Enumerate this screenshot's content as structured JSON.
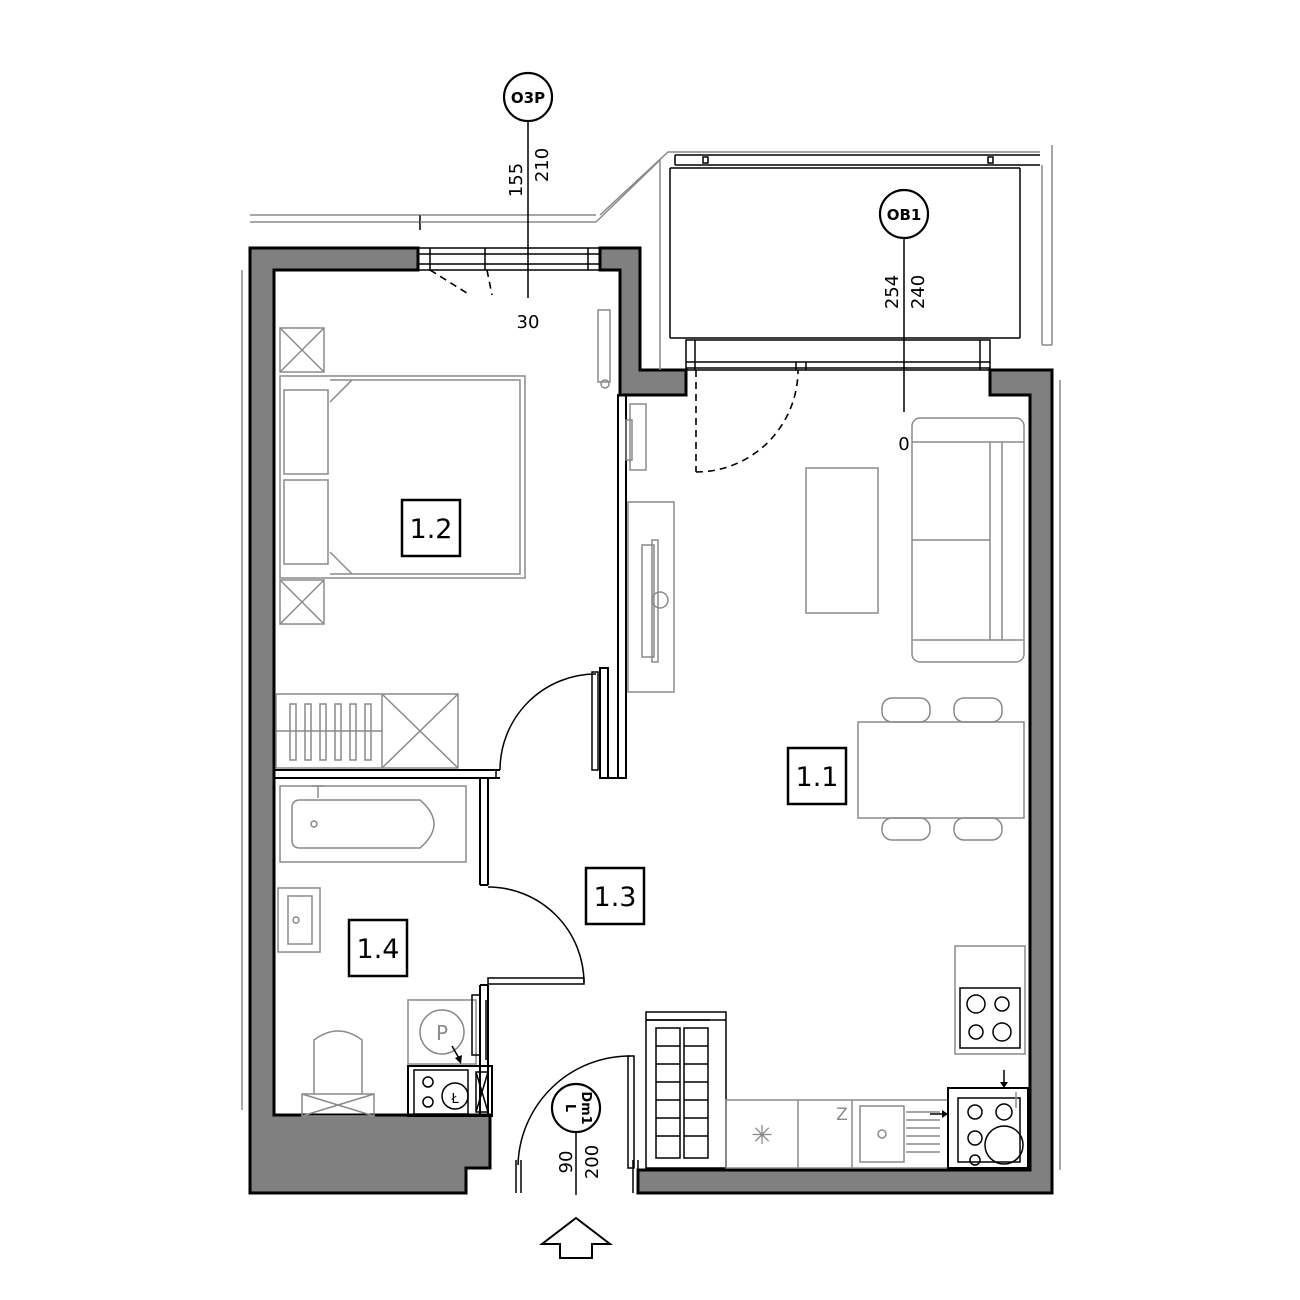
{
  "rooms": [
    {
      "id": "1.1"
    },
    {
      "id": "1.2"
    },
    {
      "id": "1.3"
    },
    {
      "id": "1.4"
    }
  ],
  "tags": {
    "window_o3p": {
      "code": "O3P",
      "dim_a": "155",
      "dim_b": "210",
      "sill": "30"
    },
    "window_ob1": {
      "code": "OB1",
      "dim_a": "254",
      "dim_b": "240",
      "sill": "0"
    },
    "door_dm1": {
      "code": "Dm1",
      "side": "L",
      "dim_a": "90",
      "dim_b": "200"
    }
  },
  "symbols": {
    "washer": "P",
    "fridge": "Z",
    "boiler": "Ł",
    "dishwasher": "✳"
  }
}
